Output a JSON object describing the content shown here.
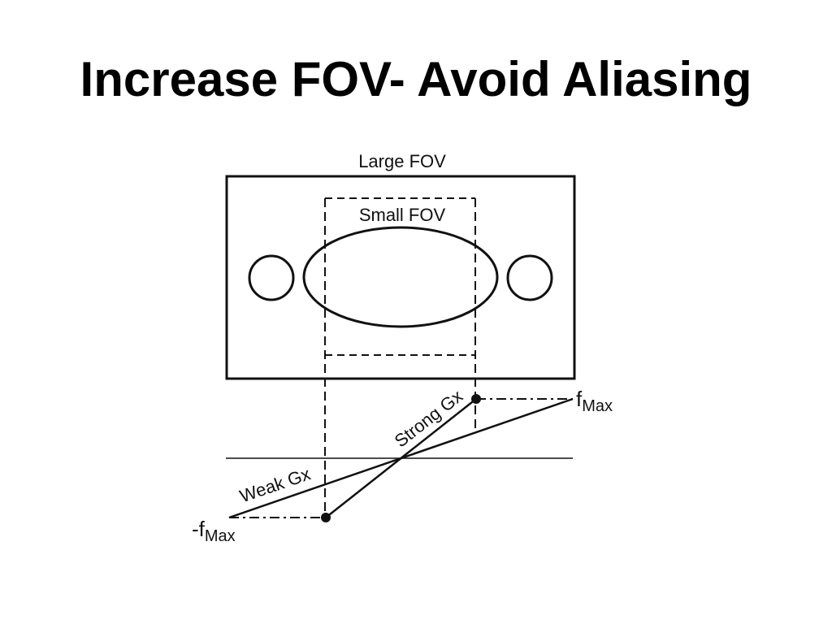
{
  "slide": {
    "title": "Increase FOV- Avoid Aliasing"
  },
  "diagram": {
    "large_fov_label": "Large FOV",
    "small_fov_label": "Small FOV",
    "strong_gradient_label": "Strong Gx",
    "weak_gradient_label": "Weak Gx",
    "fmax_label": "f",
    "fmax_subscript": "Max",
    "neg_fmax_label": "-f",
    "neg_fmax_subscript": "Max",
    "colors": {
      "line": "#111111",
      "background": "#ffffff"
    }
  }
}
